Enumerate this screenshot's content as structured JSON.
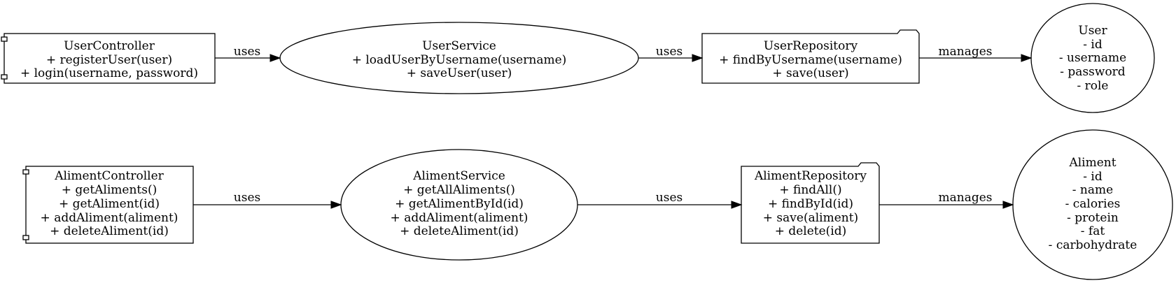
{
  "nodes": {
    "user_controller": {
      "lines": [
        "UserController",
        "+ registerUser(user)",
        "+ login(username, password)"
      ]
    },
    "user_service": {
      "lines": [
        "UserService",
        "+ loadUserByUsername(username)",
        "+ saveUser(user)"
      ]
    },
    "user_repository": {
      "lines": [
        "UserRepository",
        "+ findByUsername(username)",
        "+ save(user)"
      ]
    },
    "user_entity": {
      "lines": [
        "User",
        "- id",
        "- username",
        "- password",
        "- role"
      ]
    },
    "aliment_controller": {
      "lines": [
        "AlimentController",
        "+ getAliments()",
        "+ getAliment(id)",
        "+ addAliment(aliment)",
        "+ deleteAliment(id)"
      ]
    },
    "aliment_service": {
      "lines": [
        "AlimentService",
        "+ getAllAliments()",
        "+ getAlimentById(id)",
        "+ addAliment(aliment)",
        "+ deleteAliment(id)"
      ]
    },
    "aliment_repository": {
      "lines": [
        "AlimentRepository",
        "+ findAll()",
        "+ findById(id)",
        "+ save(aliment)",
        "+ delete(id)"
      ]
    },
    "aliment_entity": {
      "lines": [
        "Aliment",
        "- id",
        "- name",
        "- calories",
        "- protein",
        "- fat",
        "- carbohydrate"
      ]
    }
  },
  "edges": {
    "uc_us": "uses",
    "us_ur": "uses",
    "ur_u": "manages",
    "ac_as": "uses",
    "as_ar": "uses",
    "ar_a": "manages"
  }
}
